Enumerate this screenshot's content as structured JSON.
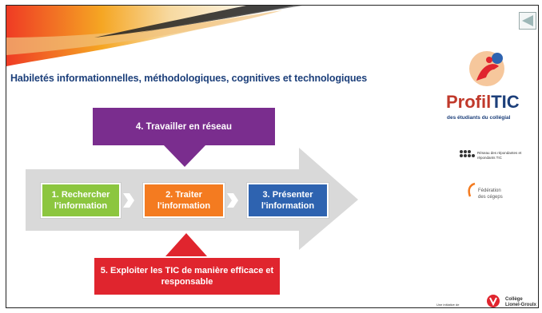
{
  "slide": {
    "heading": "Habiletés informationnelles, méthodologiques, cognitives et technologiques"
  },
  "diagram": {
    "top_box": "4. Travailler en réseau",
    "bottom_box": "5. Exploiter les TIC de manière efficace et responsable",
    "steps": [
      "1. Rechercher l'information",
      "2. Traiter l'information",
      "3. Présenter l'information"
    ]
  },
  "logos": {
    "profil": "Profil",
    "tic": "TIC",
    "profil_sub": "des étudiants du collégial",
    "reseau": "Réseau des répondantes et répondants TIC",
    "federation_line1": "Fédération",
    "federation_line2": "des cégeps",
    "footer_small": "Une initiative de",
    "footer_logo": "Collège Lionel-Groulx"
  },
  "colors": {
    "heading": "#1c3f7a",
    "purple": "#7a2d8e",
    "red": "#e0252e",
    "green": "#8cc63f",
    "orange": "#f47b20",
    "blue": "#2e63b0",
    "arrow_gray": "#d9d9d9"
  },
  "icons": {
    "nav": "triangle-left-icon",
    "profil_person": "person-figure-icon"
  }
}
